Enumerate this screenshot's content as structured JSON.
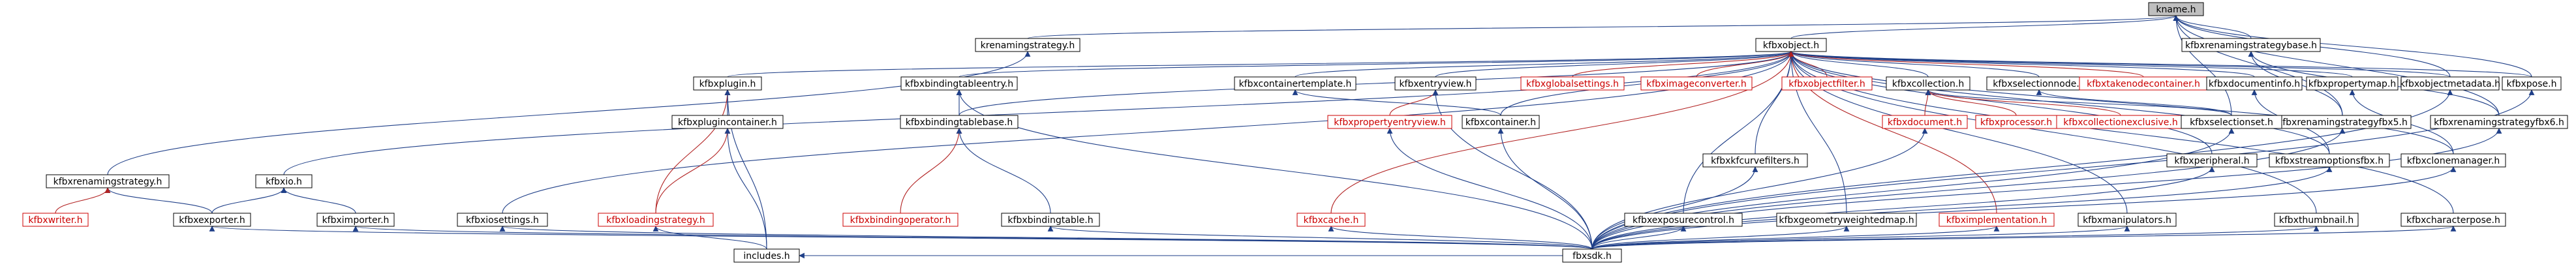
{
  "graph": {
    "nodes": [
      {
        "id": "kname",
        "label": "kname.h",
        "root": true
      },
      {
        "id": "krenamingstrategy",
        "label": "krenamingstrategy.h"
      },
      {
        "id": "kfbxobject",
        "label": "kfbxobject.h"
      },
      {
        "id": "kfbxrenamingstrategybase",
        "label": "kfbxrenamingstrategybase.h"
      },
      {
        "id": "kfbxrenamingstrategy",
        "label": "kfbxrenamingstrategy.h"
      },
      {
        "id": "kfbxplugin",
        "label": "kfbxplugin.h"
      },
      {
        "id": "kfbxbindingtableentry",
        "label": "kfbxbindingtableentry.h"
      },
      {
        "id": "kfbxcontainertemplate",
        "label": "kfbxcontainertemplate.h"
      },
      {
        "id": "kfbxentryview",
        "label": "kfbxentryview.h"
      },
      {
        "id": "kfbxglobalsettings",
        "label": "kfbxglobalsettings.h",
        "missing": true
      },
      {
        "id": "kfbximageconverter",
        "label": "kfbximageconverter.h",
        "missing": true
      },
      {
        "id": "kfbxobjectfilter",
        "label": "kfbxobjectfilter.h",
        "missing": true
      },
      {
        "id": "kfbxcollection",
        "label": "kfbxcollection.h"
      },
      {
        "id": "kfbxselectionnode",
        "label": "kfbxselectionnode.h"
      },
      {
        "id": "kfbxtakenodecontainer",
        "label": "kfbxtakenodecontainer.h",
        "missing": true
      },
      {
        "id": "kfbxdocumentinfo",
        "label": "kfbxdocumentinfo.h"
      },
      {
        "id": "kfbxpropertymap",
        "label": "kfbxpropertymap.h"
      },
      {
        "id": "kfbxobjectmetadata",
        "label": "kfbxobjectmetadata.h"
      },
      {
        "id": "kfbxpose",
        "label": "kfbxpose.h"
      },
      {
        "id": "kfbxrenamingstrategyfbx5",
        "label": "kfbxrenamingstrategyfbx5.h"
      },
      {
        "id": "kfbxrenamingstrategyfbx6",
        "label": "kfbxrenamingstrategyfbx6.h"
      },
      {
        "id": "kfbxio",
        "label": "kfbxio.h"
      },
      {
        "id": "kfbxplugincontainer",
        "label": "kfbxplugincontainer.h"
      },
      {
        "id": "kfbxbindingtablebase",
        "label": "kfbxbindingtablebase.h"
      },
      {
        "id": "kfbxpropertyentryview",
        "label": "kfbxpropertyentryview.h",
        "missing": true
      },
      {
        "id": "kfbxcontainer",
        "label": "kfbxcontainer.h"
      },
      {
        "id": "kfbxkfcurvefilters",
        "label": "kfbxkfcurvefilters.h"
      },
      {
        "id": "kfbxdocument",
        "label": "kfbxdocument.h",
        "missing": true
      },
      {
        "id": "kfbxprocessor",
        "label": "kfbxprocessor.h",
        "missing": true
      },
      {
        "id": "kfbxcollectionexclusive",
        "label": "kfbxcollectionexclusive.h",
        "missing": true
      },
      {
        "id": "kfbxperipheral",
        "label": "kfbxperipheral.h"
      },
      {
        "id": "kfbxselectionset",
        "label": "kfbxselectionset.h"
      },
      {
        "id": "kfbxstreamoptionsfbx",
        "label": "kfbxstreamoptionsfbx.h"
      },
      {
        "id": "kfbxclonemanager",
        "label": "kfbxclonemanager.h"
      },
      {
        "id": "kfbxwriter",
        "label": "kfbxwriter.h",
        "missing": true
      },
      {
        "id": "kfbxexporter",
        "label": "kfbxexporter.h"
      },
      {
        "id": "kfbximporter",
        "label": "kfbximporter.h"
      },
      {
        "id": "kfbxiosettings",
        "label": "kfbxiosettings.h"
      },
      {
        "id": "kfbxloadingstrategy",
        "label": "kfbxloadingstrategy.h",
        "missing": true
      },
      {
        "id": "kfbxbindingoperator",
        "label": "kfbxbindingoperator.h",
        "missing": true
      },
      {
        "id": "kfbxbindingtable",
        "label": "kfbxbindingtable.h"
      },
      {
        "id": "kfbxcache",
        "label": "kfbxcache.h",
        "missing": true
      },
      {
        "id": "kfbxexposurecontrol",
        "label": "kfbxexposurecontrol.h"
      },
      {
        "id": "kfbxgeometryweightedmap",
        "label": "kfbxgeometryweightedmap.h"
      },
      {
        "id": "kfbximplementation",
        "label": "kfbximplementation.h",
        "missing": true
      },
      {
        "id": "kfbxmanipulators",
        "label": "kfbxmanipulators.h"
      },
      {
        "id": "kfbxthumbnail",
        "label": "kfbxthumbnail.h"
      },
      {
        "id": "kfbxcharacterpose",
        "label": "kfbxcharacterpose.h"
      },
      {
        "id": "includes",
        "label": "includes.h"
      },
      {
        "id": "fbxsdk",
        "label": "fbxsdk.h"
      }
    ],
    "edges": [
      [
        "kname",
        "krenamingstrategy"
      ],
      [
        "kname",
        "kfbxobject"
      ],
      [
        "kname",
        "kfbxrenamingstrategybase"
      ],
      [
        "kname",
        "kfbxobjectmetadata"
      ],
      [
        "kname",
        "kfbxpose"
      ],
      [
        "kname",
        "kfbxrenamingstrategyfbx5"
      ],
      [
        "kname",
        "kfbxrenamingstrategyfbx6"
      ],
      [
        "kname",
        "kfbxselectionset"
      ],
      [
        "krenamingstrategy",
        "kfbxrenamingstrategy"
      ],
      [
        "kfbxobject",
        "kfbxplugin"
      ],
      [
        "kfbxobject",
        "kfbxbindingtableentry"
      ],
      [
        "kfbxobject",
        "kfbxcontainertemplate"
      ],
      [
        "kfbxobject",
        "kfbxentryview"
      ],
      [
        "kfbxobject",
        "kfbxglobalsettings"
      ],
      [
        "kfbxobject",
        "kfbximageconverter"
      ],
      [
        "kfbxobject",
        "kfbxobjectfilter"
      ],
      [
        "kfbxobject",
        "kfbxcollection"
      ],
      [
        "kfbxobject",
        "kfbxselectionnode"
      ],
      [
        "kfbxobject",
        "kfbxtakenodecontainer"
      ],
      [
        "kfbxobject",
        "kfbxdocumentinfo"
      ],
      [
        "kfbxobject",
        "kfbxpropertymap"
      ],
      [
        "kfbxobject",
        "kfbxobjectmetadata"
      ],
      [
        "kfbxobject",
        "kfbxpose"
      ],
      [
        "kfbxobject",
        "kfbxio"
      ],
      [
        "kfbxobject",
        "kfbxiosettings"
      ],
      [
        "kfbxobject",
        "kfbxbindingtablebase"
      ],
      [
        "kfbxobject",
        "kfbxcontainer"
      ],
      [
        "kfbxobject",
        "kfbxkfcurvefilters"
      ],
      [
        "kfbxobject",
        "kfbxexposurecontrol"
      ],
      [
        "kfbxobject",
        "kfbxgeometryweightedmap"
      ],
      [
        "kfbxobject",
        "kfbximplementation"
      ],
      [
        "kfbxobject",
        "kfbxmanipulators"
      ],
      [
        "kfbxobject",
        "kfbxperipheral"
      ],
      [
        "kfbxobject",
        "kfbxstreamoptionsfbx"
      ],
      [
        "kfbxobject",
        "kfbxthumbnail"
      ],
      [
        "kfbxobject",
        "kfbxclonemanager"
      ],
      [
        "kfbxobject",
        "kfbxcharacterpose"
      ],
      [
        "kfbxobject",
        "kfbxcache"
      ],
      [
        "kfbxrenamingstrategybase",
        "kfbxrenamingstrategyfbx5"
      ],
      [
        "kfbxrenamingstrategybase",
        "kfbxrenamingstrategyfbx6"
      ],
      [
        "kfbxrenamingstrategy",
        "kfbxexporter"
      ],
      [
        "kfbxrenamingstrategy",
        "kfbxwriter"
      ],
      [
        "kfbxplugin",
        "kfbxplugincontainer"
      ],
      [
        "kfbxplugin",
        "kfbxloadingstrategy"
      ],
      [
        "kfbxplugin",
        "includes"
      ],
      [
        "kfbxbindingtableentry",
        "kfbxbindingtablebase"
      ],
      [
        "kfbxbindingtableentry",
        "fbxsdk"
      ],
      [
        "kfbxcontainertemplate",
        "kfbxcontainer"
      ],
      [
        "kfbxentryview",
        "kfbxpropertyentryview"
      ],
      [
        "kfbxentryview",
        "fbxsdk"
      ],
      [
        "kfbxcollection",
        "kfbxdocument"
      ],
      [
        "kfbxcollection",
        "kfbxprocessor"
      ],
      [
        "kfbxcollection",
        "kfbxcollectionexclusive"
      ],
      [
        "kfbxcollection",
        "kfbxselectionset"
      ],
      [
        "kfbxselectionnode",
        "kfbxselectionset"
      ],
      [
        "kfbxdocumentinfo",
        "kfbxstreamoptionsfbx"
      ],
      [
        "kfbxpropertymap",
        "kfbxclonemanager"
      ],
      [
        "kfbxobjectmetadata",
        "fbxsdk"
      ],
      [
        "kfbxpose",
        "fbxsdk"
      ],
      [
        "kfbxrenamingstrategyfbx5",
        "fbxsdk"
      ],
      [
        "kfbxrenamingstrategyfbx6",
        "fbxsdk"
      ],
      [
        "kfbxio",
        "kfbxexporter"
      ],
      [
        "kfbxio",
        "kfbximporter"
      ],
      [
        "kfbxplugincontainer",
        "kfbxloadingstrategy"
      ],
      [
        "kfbxplugincontainer",
        "includes"
      ],
      [
        "kfbxbindingtablebase",
        "kfbxbindingoperator"
      ],
      [
        "kfbxbindingtablebase",
        "kfbxbindingtable"
      ],
      [
        "kfbxpropertyentryview",
        "fbxsdk"
      ],
      [
        "kfbxcontainer",
        "fbxsdk"
      ],
      [
        "kfbxkfcurvefilters",
        "fbxsdk"
      ],
      [
        "kfbxperipheral",
        "fbxsdk"
      ],
      [
        "kfbxselectionset",
        "fbxsdk"
      ],
      [
        "kfbxstreamoptionsfbx",
        "fbxsdk"
      ],
      [
        "kfbxclonemanager",
        "fbxsdk"
      ],
      [
        "kfbxexporter",
        "fbxsdk"
      ],
      [
        "kfbximporter",
        "fbxsdk"
      ],
      [
        "kfbxiosettings",
        "fbxsdk"
      ],
      [
        "kfbxloadingstrategy",
        "includes"
      ],
      [
        "kfbxbindingtable",
        "fbxsdk"
      ],
      [
        "kfbxcache",
        "fbxsdk"
      ],
      [
        "kfbxexposurecontrol",
        "fbxsdk"
      ],
      [
        "kfbxgeometryweightedmap",
        "fbxsdk"
      ],
      [
        "kfbximplementation",
        "fbxsdk"
      ],
      [
        "kfbxmanipulators",
        "fbxsdk"
      ],
      [
        "kfbxthumbnail",
        "fbxsdk"
      ],
      [
        "kfbxcharacterpose",
        "fbxsdk"
      ],
      [
        "includes",
        "fbxsdk"
      ],
      [
        "kfbxdocument",
        "fbxsdk"
      ]
    ],
    "colors": {
      "edge": "#1f3f88",
      "missing_edge": "#b22222",
      "missing_node": "#cc0000",
      "root_fill": "#bfbfbf"
    }
  }
}
